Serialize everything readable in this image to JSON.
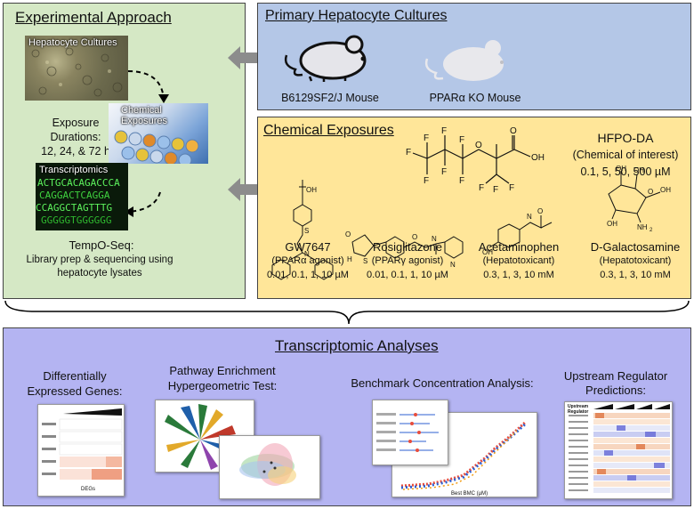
{
  "experimental": {
    "title": "Experimental Approach",
    "photo_cultures": "Hepatocyte Cultures",
    "photo_chemical": "Chemical Exposures",
    "photo_transcriptomics": "Transcriptomics",
    "exposure_line1": "Exposure",
    "exposure_line2": "Durations:",
    "exposure_line3": "12, 24, & 72 h",
    "tempo_title": "TempO-Seq:",
    "tempo_line1": "Library prep & sequencing using",
    "tempo_line2": "hepatocyte lysates",
    "dna_text": [
      "ACTGCACAGACCCA",
      "CAGGACTCAGGA",
      "CCAGGCTAGTTTG",
      "GGGGGTGGGGGG"
    ]
  },
  "cultures": {
    "title": "Primary Hepatocyte Cultures",
    "mouse1": "B6129SF2/J Mouse",
    "mouse2": "PPARα KO Mouse"
  },
  "chemicals": {
    "title": "Chemical Exposures",
    "hfpo_name": "HFPO-DA",
    "hfpo_role": "(Chemical of interest)",
    "hfpo_conc": "0.1, 5, 50, 500 µM",
    "items": [
      {
        "name": "GW7647",
        "role": "(PPARα agonist)",
        "conc": "0.01, 0.1, 1, 10 µM"
      },
      {
        "name": "Rosiglitazone",
        "role": "(PPARγ agonist)",
        "conc": "0.01, 0.1, 1, 10 µM"
      },
      {
        "name": "Acetaminophen",
        "role": "(Hepatotoxicant)",
        "conc": "0.3, 1, 3, 10 mM"
      },
      {
        "name": "D-Galactosamine",
        "role": "(Hepatotoxicant)",
        "conc": "0.3, 1, 3, 10 mM"
      }
    ],
    "atoms": {
      "F": "F",
      "O": "O",
      "OH": "OH",
      "S": "S",
      "N": "N",
      "H": "H",
      "NH2": "NH",
      "sub2": "2"
    }
  },
  "analyses": {
    "title": "Transcriptomic Analyses",
    "deg_line1": "Differentially",
    "deg_line2": "Expressed Genes:",
    "deg_axis": "DEGs",
    "pathway_line1": "Pathway Enrichment",
    "pathway_line2": "Hypergeometric Test:",
    "bmc_title": "Benchmark Concentration Analysis:",
    "bmc_axis": "Best BMC (µM)",
    "upstream_line1": "Upstream Regulator",
    "upstream_line2": "Predictions:",
    "upstream_header": "Upstream Regulator"
  },
  "colors": {
    "green_panel": "#d5e8c5",
    "blue_panel": "#b4c7e7",
    "yellow_panel": "#ffe699",
    "purple_panel": "#b4b4f2",
    "arrow_gray": "#8c8c8c"
  }
}
